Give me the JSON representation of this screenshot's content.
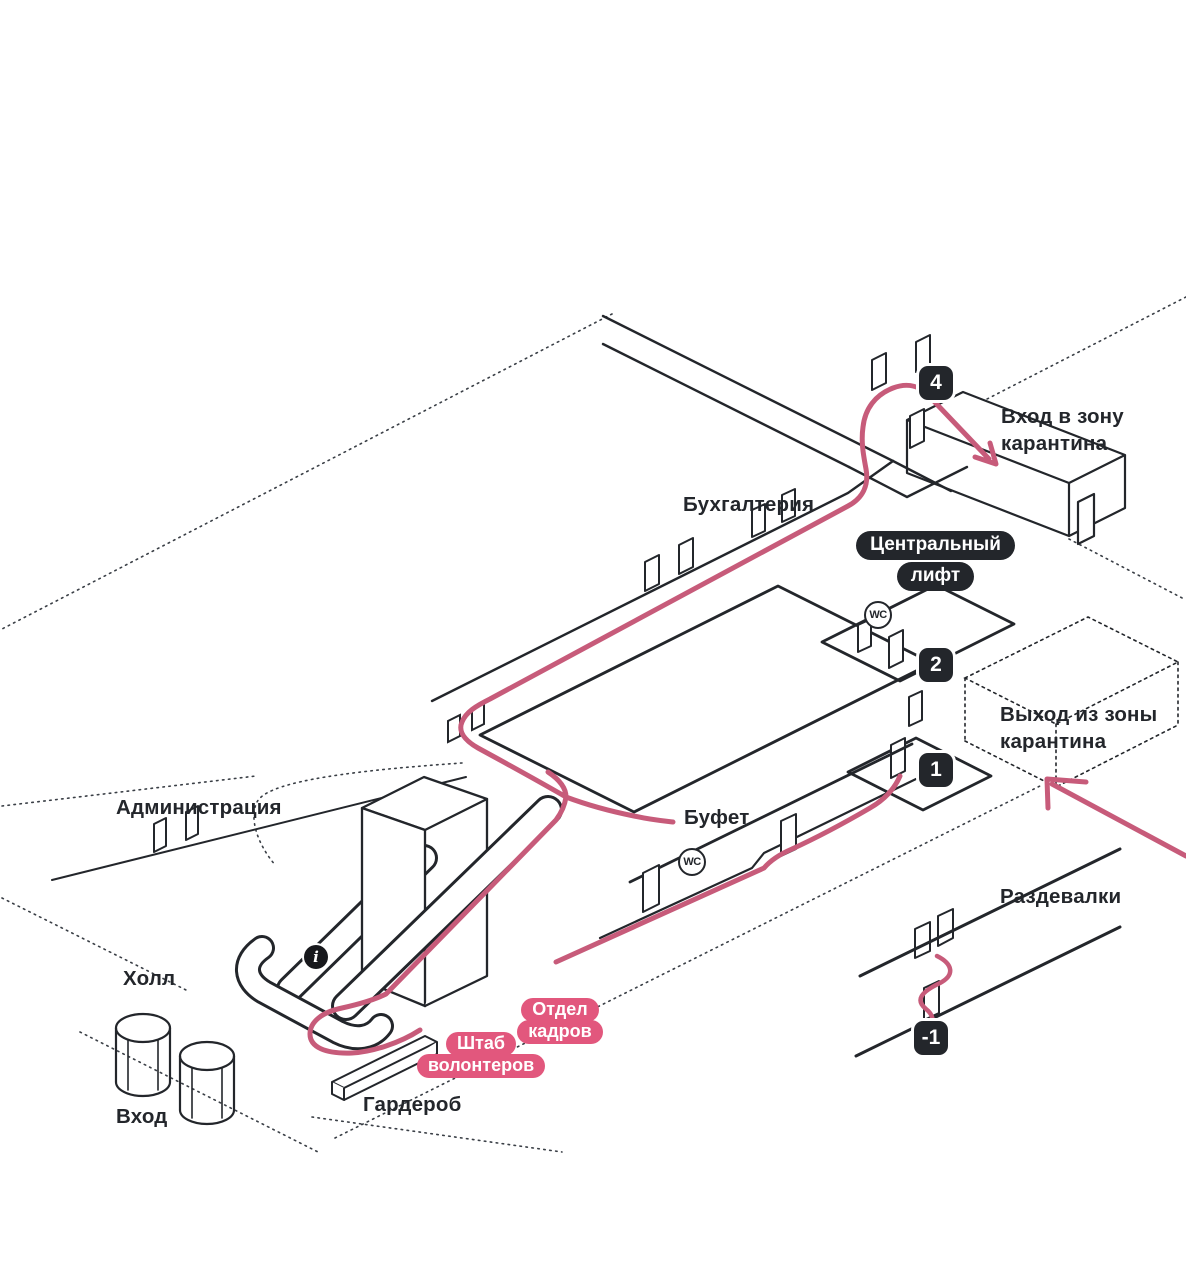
{
  "page": {
    "background": "#ffffff",
    "description": "Изометрическая схема здания с маршрутами"
  },
  "colors": {
    "line": "#23262b",
    "route": "#c75b7a",
    "badge_dark_bg": "#23262b",
    "badge_pink_bg": "#e2577d",
    "badge_text": "#ffffff",
    "label_text": "#23262b"
  },
  "labels": {
    "accounting": "Бухгалтерия",
    "quarantine_entrance": "Вход в зону\nкарантина",
    "quarantine_exit": "Выход из зоны\nкарантина",
    "administration": "Администрация",
    "buffet": "Буфет",
    "changing_rooms": "Раздевалки",
    "hall": "Холл",
    "entrance": "Вход",
    "cloakroom": "Гардероб"
  },
  "badges": {
    "central_elevator": {
      "line1": "Центральный",
      "line2": "лифт"
    },
    "hr_department": {
      "line1": "Отдел",
      "line2": "кадров"
    },
    "volunteer_hq": {
      "line1": "Штаб",
      "line2": "волонтеров"
    }
  },
  "floor_markers": {
    "level4": "4",
    "level2": "2",
    "level1": "1",
    "level_minus1": "-1"
  },
  "icons": {
    "wc_top": "WC",
    "wc_bottom": "WC",
    "info": "i"
  }
}
